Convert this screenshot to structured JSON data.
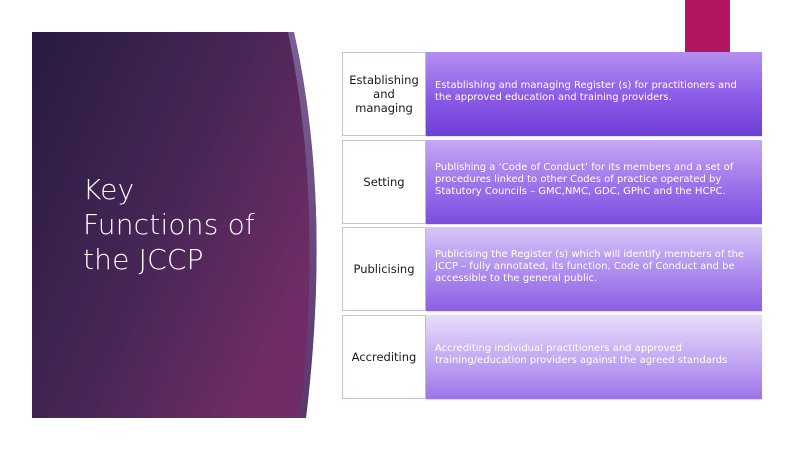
{
  "slide": {
    "title": "Key\nFunctions of\nthe JCCP",
    "accent_color": "#b4155f",
    "panel_colors": [
      "#2d1c4a",
      "#6a2d68"
    ]
  },
  "functions": [
    {
      "label": "Establishing and managing",
      "description": "Establishing and managing Register (s) for practitioners and the approved education and training providers."
    },
    {
      "label": "Setting",
      "description": "Publishing a ‘Code of Conduct’ for its members and a set of procedures linked to other Codes of practice operated by Statutory Councils – GMC,NMC, GDC, GPhC and the HCPC."
    },
    {
      "label": "Publicising",
      "description": "Publicising the Register (s) which will identify members of the JCCP – fully annotated, its function, Code of Conduct and be accessible to the general public."
    },
    {
      "label": "Accrediting",
      "description": "Accrediting individual practitioners and approved training/education providers against the agreed standards"
    }
  ],
  "icons": {
    "nav": "play-triangle-icon"
  }
}
